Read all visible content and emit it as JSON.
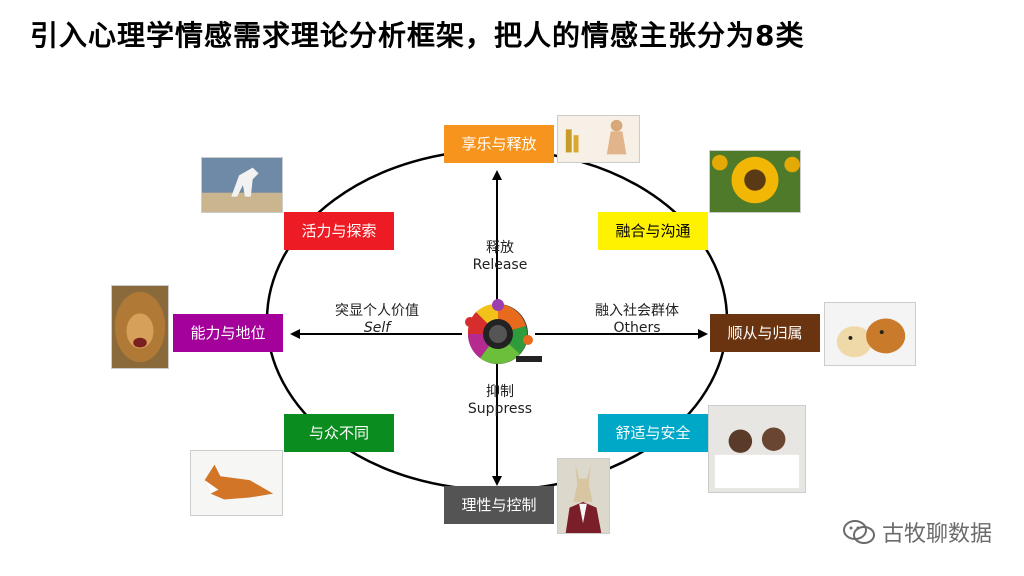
{
  "title": "引入心理学情感需求理论分析框架，把人的情感主张分为8类",
  "categories": [
    {
      "label": "享乐与释放",
      "color": "#f7941d"
    },
    {
      "label": "活力与探索",
      "color": "#ed1c24"
    },
    {
      "label": "融合与沟通",
      "color": "#fff200"
    },
    {
      "label": "能力与地位",
      "color": "#a4009a"
    },
    {
      "label": "顺从与归属",
      "color": "#6b3410"
    },
    {
      "label": "与众不同",
      "color": "#0a8c1e"
    },
    {
      "label": "舒适与安全",
      "color": "#00a8c8"
    },
    {
      "label": "理性与控制",
      "color": "#545454"
    }
  ],
  "axes": {
    "top": {
      "cn": "释放",
      "en": "Release"
    },
    "bottom": {
      "cn": "抑制",
      "en": "Suppress"
    },
    "left": {
      "cn": "突显个人价值",
      "en": "Self"
    },
    "right": {
      "cn": "融入社会群体",
      "en": "Others"
    }
  },
  "watermark": "古牧聊数据",
  "icons": [
    "wechat-icon",
    "model-logo-icon"
  ]
}
